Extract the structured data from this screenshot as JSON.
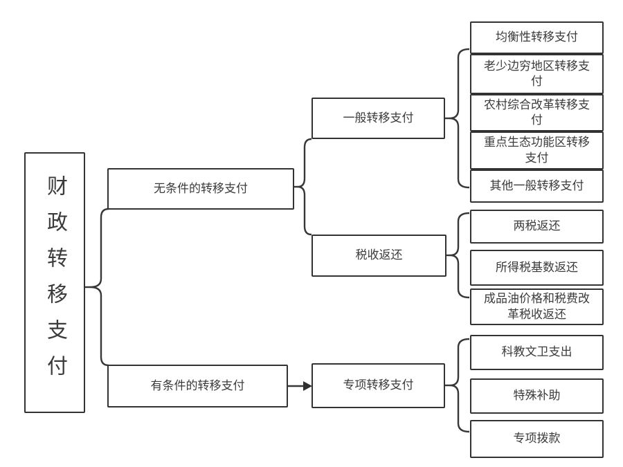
{
  "diagram": {
    "type": "tree",
    "colors": {
      "line": "#373737",
      "text": "#3b3b3b",
      "background": "#ffffff"
    },
    "root": {
      "label": "财政转移支付"
    },
    "branches": [
      {
        "label": "无条件的转移支付",
        "children": [
          {
            "label": "一般转移支付",
            "children": [
              {
                "label": "均衡性转移支付"
              },
              {
                "label": "老少边穷地区转移支付"
              },
              {
                "label": "农村综合改革转移支付"
              },
              {
                "label": "重点生态功能区转移支付"
              },
              {
                "label": "其他一般转移支付"
              }
            ]
          },
          {
            "label": "税收返还",
            "children": [
              {
                "label": "两税返还"
              },
              {
                "label": "所得税基数返还"
              },
              {
                "label": "成品油价格和税费改革税收返还"
              }
            ]
          }
        ]
      },
      {
        "label": "有条件的转移支付",
        "children": [
          {
            "label": "专项转移支付",
            "children": [
              {
                "label": "科教文卫支出"
              },
              {
                "label": "特殊补助"
              },
              {
                "label": "专项拨款"
              }
            ]
          }
        ]
      }
    ]
  }
}
